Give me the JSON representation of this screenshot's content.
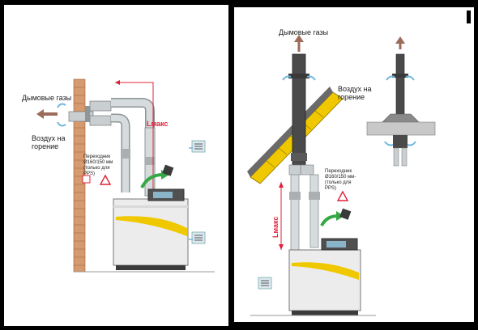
{
  "left": {
    "flue_gas": "Дымовые газы",
    "combustion_air": "Воздух на\nгорение",
    "lmax": "Lмакс",
    "adapter_note": "Переходник\nØ160/150 мм\n(только для\nPPS)"
  },
  "right": {
    "flue_gas": "Дымовые газы",
    "combustion_air": "Воздух на\nгорение",
    "lmax": "Lмакс",
    "adapter_note": "Переходник\nØ160/150 мм-\n(только для\nPPS)"
  },
  "colors": {
    "arrow_gas": "#9c6b5a",
    "arrow_air": "#6fb7de",
    "lmax_red": "#e0203a",
    "brick": "#d69a6e",
    "yellow": "#f0c800",
    "pipe": "#c9cfd1",
    "pipe_dark": "#4a4a4a"
  }
}
